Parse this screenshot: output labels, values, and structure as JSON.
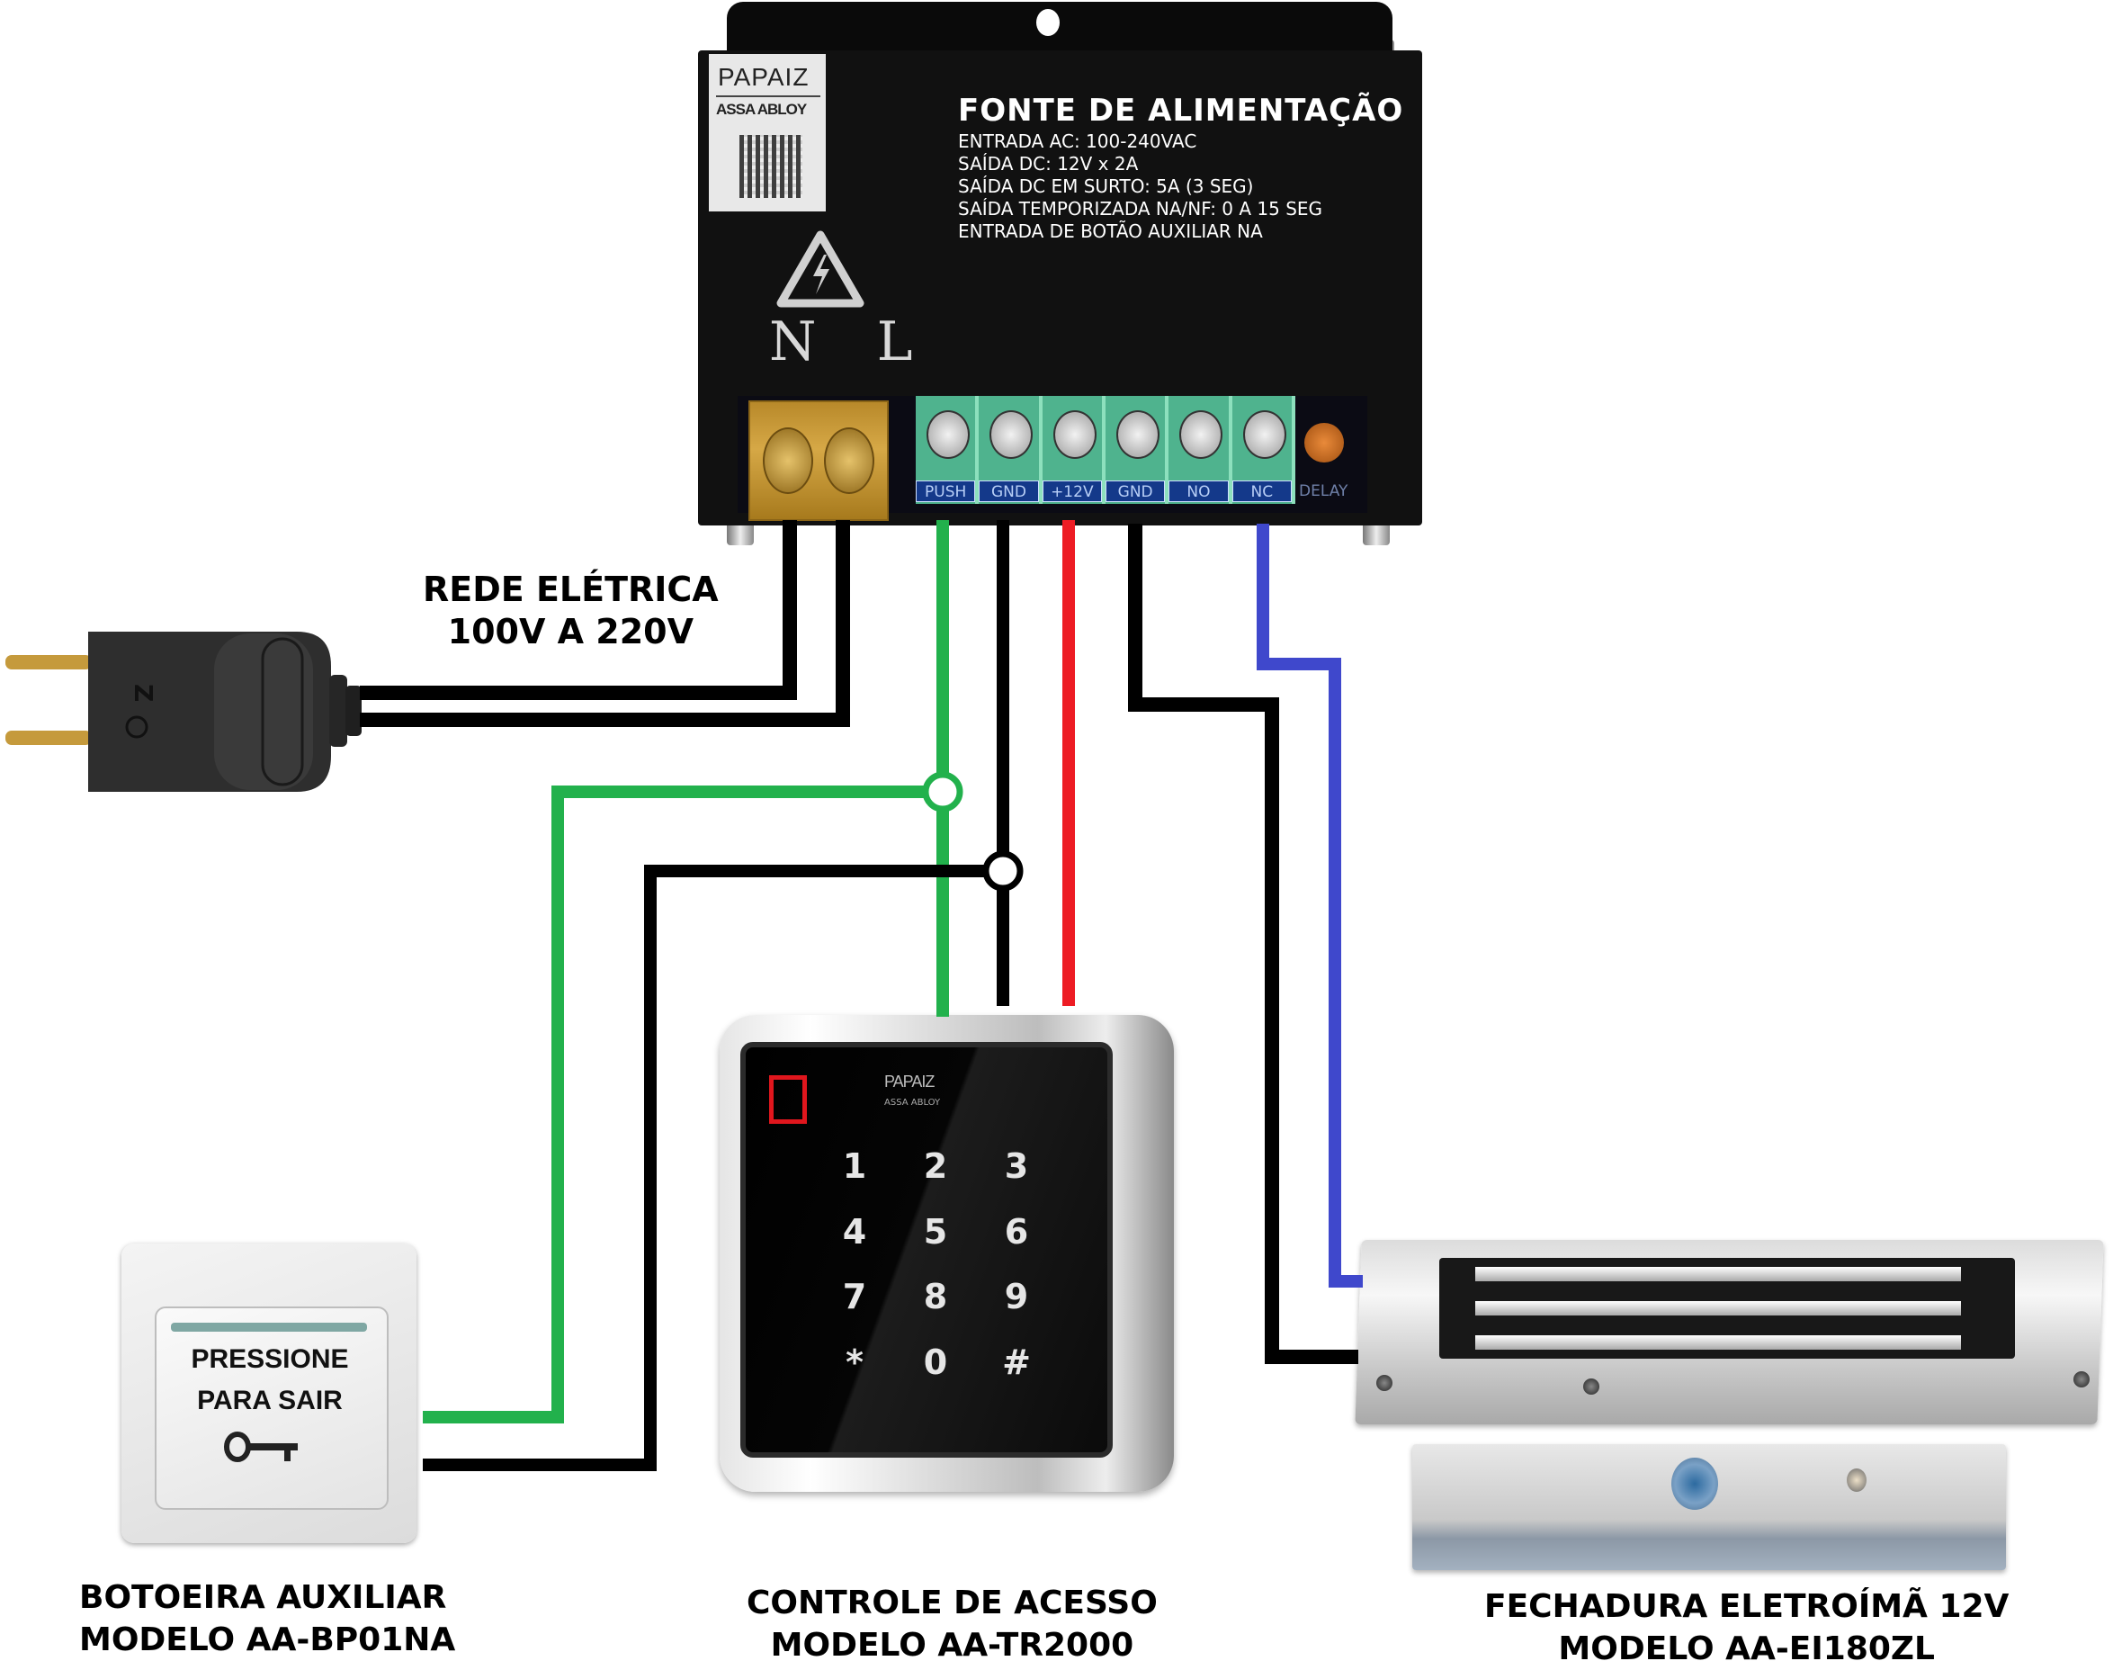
{
  "power_supply": {
    "brand": "PAPAIZ",
    "brand_sub": "ASSA ABLOY",
    "title": "FONTE DE ALIMENTAÇÃO",
    "specs": [
      "ENTRADA AC: 100-240VAC",
      "SAÍDA DC: 12V x 2A",
      "SAÍDA DC EM SURTO: 5A (3 SEG)",
      "SAÍDA TEMPORIZADA NA/NF: 0 A 15 SEG",
      "ENTRADA DE BOTÃO AUXILIAR NA"
    ],
    "ac_terminal_label": "N L",
    "dc_terminals": [
      "PUSH",
      "GND",
      "+12V",
      "GND",
      "NO",
      "NC"
    ],
    "delay_label": "DELAY",
    "icons": {
      "warning": "electric-hazard-icon"
    }
  },
  "mains": {
    "label_line1": "REDE ELÉTRICA",
    "label_line2": "100V A 220V",
    "icon": "power-plug-icon"
  },
  "exit_button": {
    "face_line1": "PRESSIONE",
    "face_line2": "PARA SAIR",
    "icon": "key-icon",
    "caption_line1": "BOTOEIRA AUXILIAR",
    "caption_line2": "MODELO AA-BP01NA"
  },
  "access_control": {
    "brand": "PAPAIZ",
    "brand_sub": "ASSA ABLOY",
    "keys": [
      "1",
      "2",
      "3",
      "4",
      "5",
      "6",
      "7",
      "8",
      "9",
      "*",
      "0",
      "#"
    ],
    "caption_line1": "CONTROLE DE ACESSO",
    "caption_line2": "MODELO AA-TR2000"
  },
  "mag_lock": {
    "caption_line1": "FECHADURA ELETROÍMÃ 12V",
    "caption_line2": "MODELO AA-EI180ZL"
  },
  "wire_colors": {
    "push": "#22b14c",
    "gnd": "#000000",
    "v12": "#ed1c24",
    "nc": "#3f48cc",
    "mains": "#000000"
  },
  "connections": [
    {
      "from": "PUSH",
      "to": [
        "exit_button",
        "access_control"
      ],
      "color": "push"
    },
    {
      "from": "GND",
      "to": [
        "exit_button",
        "access_control"
      ],
      "color": "gnd"
    },
    {
      "from": "+12V",
      "to": [
        "access_control"
      ],
      "color": "v12"
    },
    {
      "from": "GND",
      "to": [
        "mag_lock"
      ],
      "color": "gnd"
    },
    {
      "from": "NC",
      "to": [
        "mag_lock"
      ],
      "color": "nc"
    },
    {
      "from": "N L",
      "to": [
        "mains"
      ],
      "color": "mains"
    }
  ]
}
